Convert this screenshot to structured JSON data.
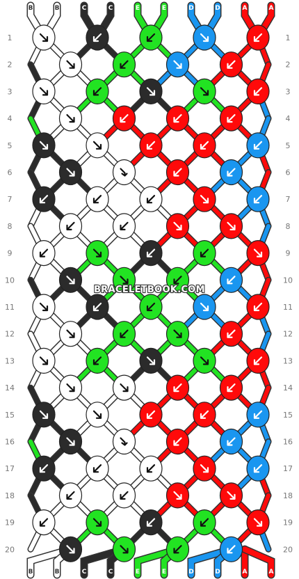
{
  "site": {
    "watermark": "BRACELETBOOK.COM"
  },
  "colors": {
    "B": "#ffffff",
    "C": "#2b2b2b",
    "E": "#22e322",
    "D": "#1a96f0",
    "A": "#ff0a0a"
  },
  "strands_top": [
    "B",
    "B",
    "C",
    "C",
    "E",
    "E",
    "D",
    "D",
    "A",
    "A"
  ],
  "strands_bottom": [
    "B",
    "B",
    "C",
    "C",
    "E",
    "E",
    "D",
    "D",
    "A",
    "A"
  ],
  "row_numbers": [
    1,
    2,
    3,
    4,
    5,
    6,
    7,
    8,
    9,
    10,
    11,
    12,
    13,
    14,
    15,
    16,
    17,
    18,
    19,
    20
  ],
  "knots": [
    {
      "row": 1,
      "knots": [
        [
          "B",
          "f"
        ],
        [
          "C",
          "b"
        ],
        [
          "E",
          "b"
        ],
        [
          "D",
          "f"
        ],
        [
          "A",
          "b"
        ]
      ]
    },
    {
      "row": 2,
      "knots": [
        [
          "B",
          "f"
        ],
        [
          "E",
          "b"
        ],
        [
          "D",
          "f"
        ],
        [
          "A",
          "b"
        ]
      ]
    },
    {
      "row": 3,
      "knots": [
        [
          "B",
          "f"
        ],
        [
          "E",
          "b"
        ],
        [
          "C",
          "f"
        ],
        [
          "E",
          "f"
        ],
        [
          "A",
          "b"
        ]
      ]
    },
    {
      "row": 4,
      "knots": [
        [
          "B",
          "f"
        ],
        [
          "A",
          "b"
        ],
        [
          "A",
          "b"
        ],
        [
          "A",
          "b"
        ]
      ]
    },
    {
      "row": 5,
      "knots": [
        [
          "C",
          "f"
        ],
        [
          "B",
          "f"
        ],
        [
          "A",
          "b"
        ],
        [
          "A",
          "b"
        ],
        [
          "D",
          "b"
        ]
      ]
    },
    {
      "row": 6,
      "knots": [
        [
          "C",
          "f"
        ],
        [
          "B",
          "fb"
        ],
        [
          "A",
          "b"
        ],
        [
          "D",
          "b"
        ]
      ]
    },
    {
      "row": 7,
      "knots": [
        [
          "C",
          "b"
        ],
        [
          "B",
          "b"
        ],
        [
          "B",
          "b"
        ],
        [
          "A",
          "f"
        ],
        [
          "D",
          "b"
        ]
      ]
    },
    {
      "row": 8,
      "knots": [
        [
          "B",
          "b"
        ],
        [
          "B",
          "b"
        ],
        [
          "A",
          "f"
        ],
        [
          "A",
          "f"
        ]
      ]
    },
    {
      "row": 9,
      "knots": [
        [
          "B",
          "b"
        ],
        [
          "E",
          "f"
        ],
        [
          "C",
          "b"
        ],
        [
          "E",
          "b"
        ],
        [
          "A",
          "f"
        ]
      ]
    },
    {
      "row": 10,
      "knots": [
        [
          "C",
          "f"
        ],
        [
          "E",
          "f"
        ],
        [
          "E",
          "b"
        ],
        [
          "D",
          "b"
        ]
      ]
    },
    {
      "row": 11,
      "knots": [
        [
          "B",
          "f"
        ],
        [
          "C",
          "b"
        ],
        [
          "E",
          "b"
        ],
        [
          "D",
          "f"
        ],
        [
          "A",
          "b"
        ]
      ]
    },
    {
      "row": 12,
      "knots": [
        [
          "B",
          "f"
        ],
        [
          "E",
          "b"
        ],
        [
          "E",
          "f"
        ],
        [
          "A",
          "b"
        ]
      ]
    },
    {
      "row": 13,
      "knots": [
        [
          "B",
          "f"
        ],
        [
          "E",
          "b"
        ],
        [
          "C",
          "f"
        ],
        [
          "E",
          "f"
        ],
        [
          "A",
          "b"
        ]
      ]
    },
    {
      "row": 14,
      "knots": [
        [
          "B",
          "f"
        ],
        [
          "B",
          "f"
        ],
        [
          "A",
          "b"
        ],
        [
          "A",
          "b"
        ]
      ]
    },
    {
      "row": 15,
      "knots": [
        [
          "C",
          "f"
        ],
        [
          "B",
          "f"
        ],
        [
          "A",
          "b"
        ],
        [
          "A",
          "b"
        ],
        [
          "D",
          "b"
        ]
      ]
    },
    {
      "row": 16,
      "knots": [
        [
          "C",
          "f"
        ],
        [
          "B",
          "fb"
        ],
        [
          "A",
          "b"
        ],
        [
          "D",
          "b"
        ]
      ]
    },
    {
      "row": 17,
      "knots": [
        [
          "C",
          "b"
        ],
        [
          "B",
          "b"
        ],
        [
          "B",
          "b"
        ],
        [
          "A",
          "f"
        ],
        [
          "D",
          "b"
        ]
      ]
    },
    {
      "row": 18,
      "knots": [
        [
          "B",
          "b"
        ],
        [
          "B",
          "b"
        ],
        [
          "A",
          "f"
        ],
        [
          "A",
          "f"
        ]
      ]
    },
    {
      "row": 19,
      "knots": [
        [
          "B",
          "b"
        ],
        [
          "E",
          "f"
        ],
        [
          "C",
          "b"
        ],
        [
          "E",
          "b"
        ],
        [
          "A",
          "f"
        ]
      ]
    },
    {
      "row": 20,
      "knots": [
        [
          "C",
          "f"
        ],
        [
          "E",
          "f"
        ],
        [
          "E",
          "b"
        ],
        [
          "D",
          "b"
        ]
      ]
    }
  ]
}
